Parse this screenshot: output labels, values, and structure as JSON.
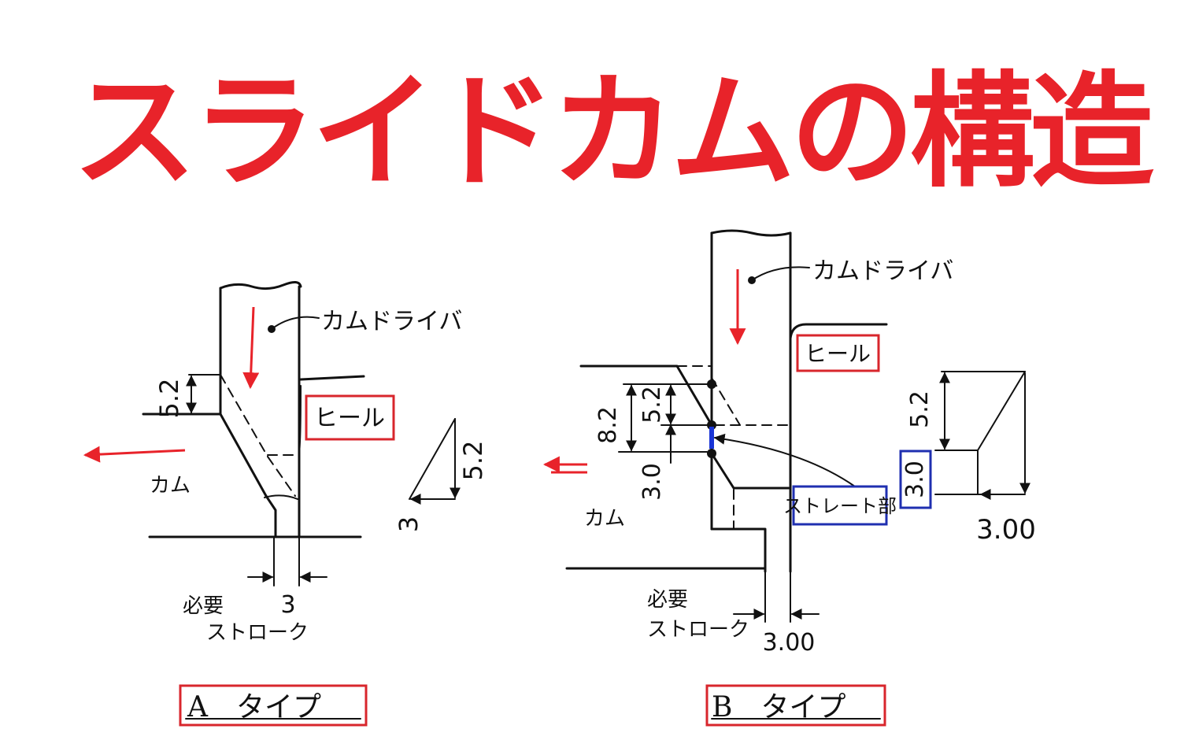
{
  "title": "スライドカムの構造",
  "colors": {
    "title": "#e8232a",
    "label_box_red": "#d8262c",
    "label_box_blue": "#1f2fb0",
    "straight_mark": "#1a35d6",
    "ink": "#111111"
  },
  "type_a": {
    "driver_label": "カムドライバ",
    "heel_label": "ヒール",
    "cam_label": "カム",
    "dim_heel": "5.2",
    "dim_triangle_vertical": "5.2",
    "dim_triangle_horizontal": "3",
    "dim_stroke": "3",
    "stroke_label_1": "必要",
    "stroke_label_2": "ストローク",
    "type_label": "A　タイプ"
  },
  "type_b": {
    "driver_label": "カムドライバ",
    "heel_label": "ヒール",
    "cam_label": "カム",
    "straight_label": "ストレート部",
    "dim_total": "8.2",
    "dim_upper": "5.2",
    "dim_lower": "3.0",
    "dim_side_vertical": "5.2",
    "dim_side_straight": "3.0",
    "dim_side_horizontal": "3.00",
    "dim_stroke": "3.00",
    "stroke_label_1": "必要",
    "stroke_label_2": "ストローク",
    "type_label": "B　タイプ"
  }
}
